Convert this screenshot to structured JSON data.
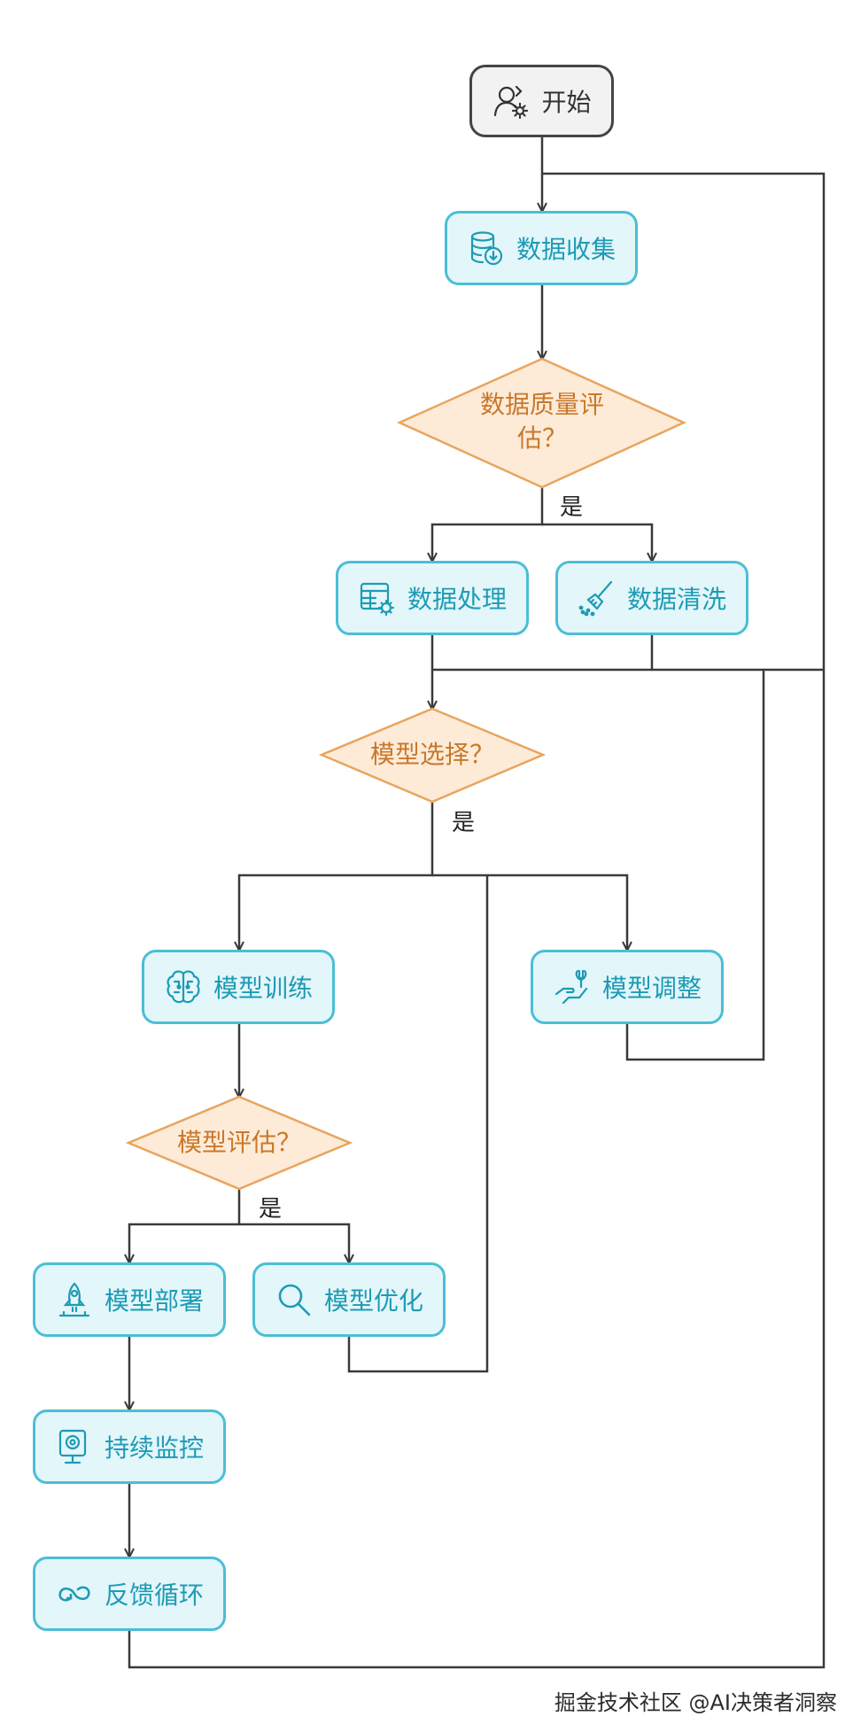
{
  "nodes": {
    "start": "开始",
    "collect": "数据收集",
    "quality": "数据质量评估？",
    "process": "数据处理",
    "clean": "数据清洗",
    "select": "模型选择？",
    "train": "模型训练",
    "adjust": "模型调整",
    "evaluate": "模型评估？",
    "deploy": "模型部署",
    "optimize": "模型优化",
    "monitor": "持续监控",
    "feedback": "反馈循环"
  },
  "edge_labels": {
    "yes_quality": "是",
    "yes_select": "是",
    "yes_evaluate": "是"
  },
  "footer": "掘金技术社区 @AI决策者洞察",
  "icons": {
    "start": "person-gear-icon",
    "collect": "database-download-icon",
    "process": "table-gear-icon",
    "clean": "broom-icon",
    "train": "brain-icon",
    "adjust": "wrench-hand-icon",
    "deploy": "rocket-icon",
    "optimize": "search-icon",
    "monitor": "monitor-camera-icon",
    "feedback": "infinity-loop-icon"
  },
  "colors": {
    "process_fill": "#e3f6fa",
    "process_border": "#4bbed5",
    "process_text": "#1d9bb5",
    "decision_fill": "#fdebd8",
    "decision_border": "#e8a55e",
    "decision_text": "#c9782a",
    "edge": "#3a3a3a"
  }
}
